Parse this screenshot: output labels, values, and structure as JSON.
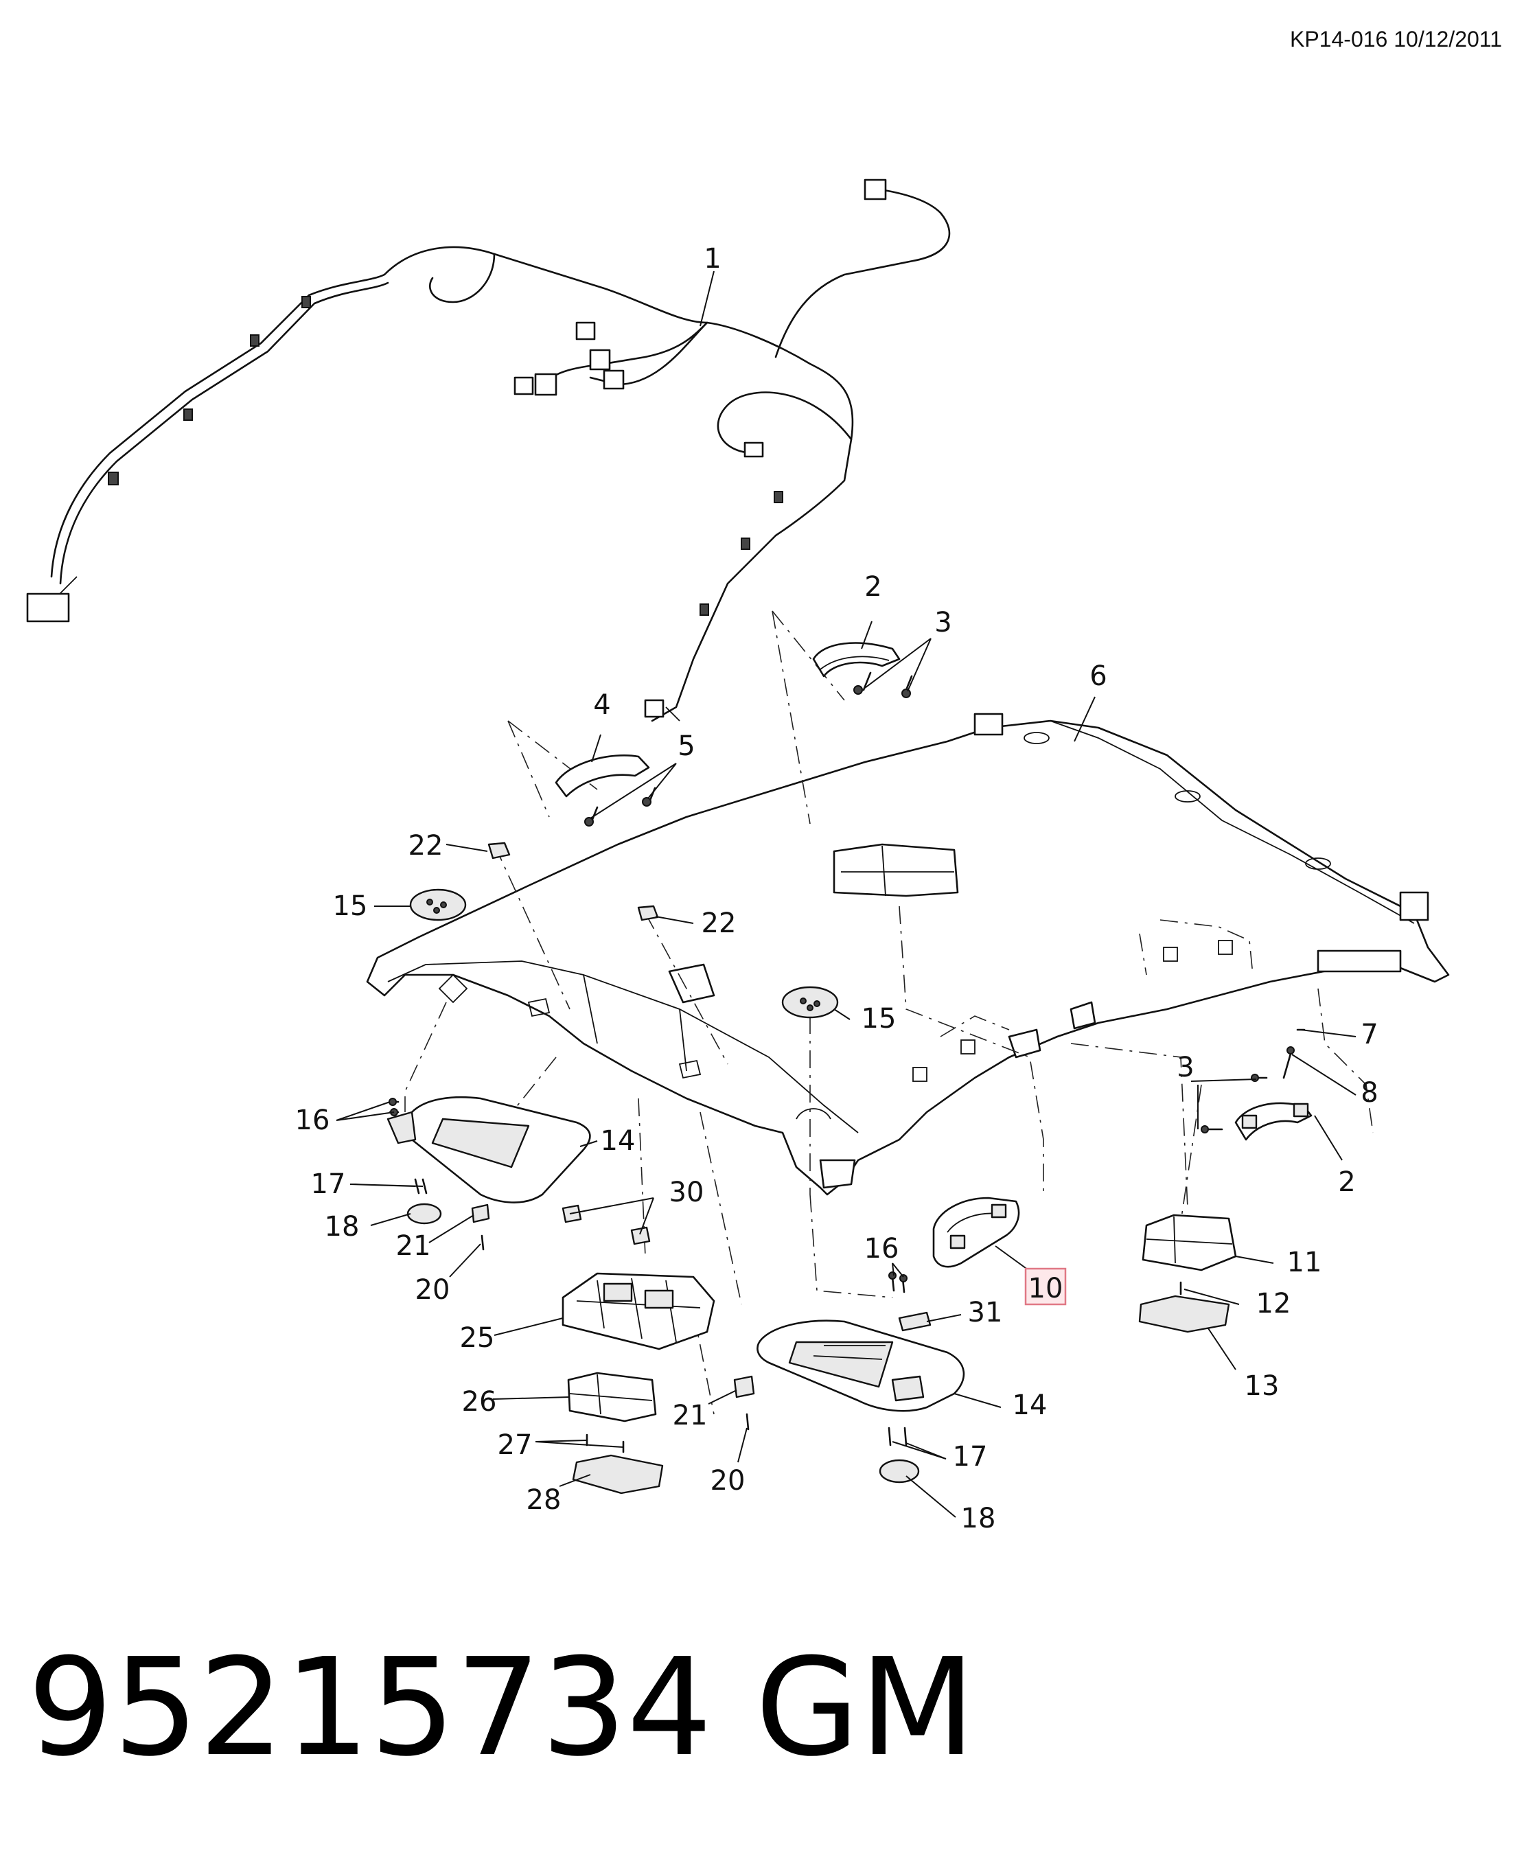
{
  "doc_ref": "KP14-016 10/12/2011",
  "part_number": "95215734",
  "brand": "GM",
  "highlighted_callout": "10",
  "callouts": {
    "c1": "1",
    "c2a": "2",
    "c2b": "2",
    "c3a": "3",
    "c3b": "3",
    "c4": "4",
    "c5": "5",
    "c6": "6",
    "c7": "7",
    "c8": "8",
    "c10": "10",
    "c11": "11",
    "c12": "12",
    "c13": "13",
    "c14a": "14",
    "c14b": "14",
    "c15a": "15",
    "c15b": "15",
    "c16a": "16",
    "c16b": "16",
    "c17a": "17",
    "c17b": "17",
    "c18a": "18",
    "c18b": "18",
    "c20a": "20",
    "c20b": "20",
    "c21a": "21",
    "c21b": "21",
    "c22a": "22",
    "c22b": "22",
    "c25": "25",
    "c26": "26",
    "c27": "27",
    "c28": "28",
    "c30": "30",
    "c31": "31"
  },
  "colors": {
    "highlight_fill": "#fde8ea",
    "highlight_stroke": "#e07885",
    "ink": "#111111"
  }
}
